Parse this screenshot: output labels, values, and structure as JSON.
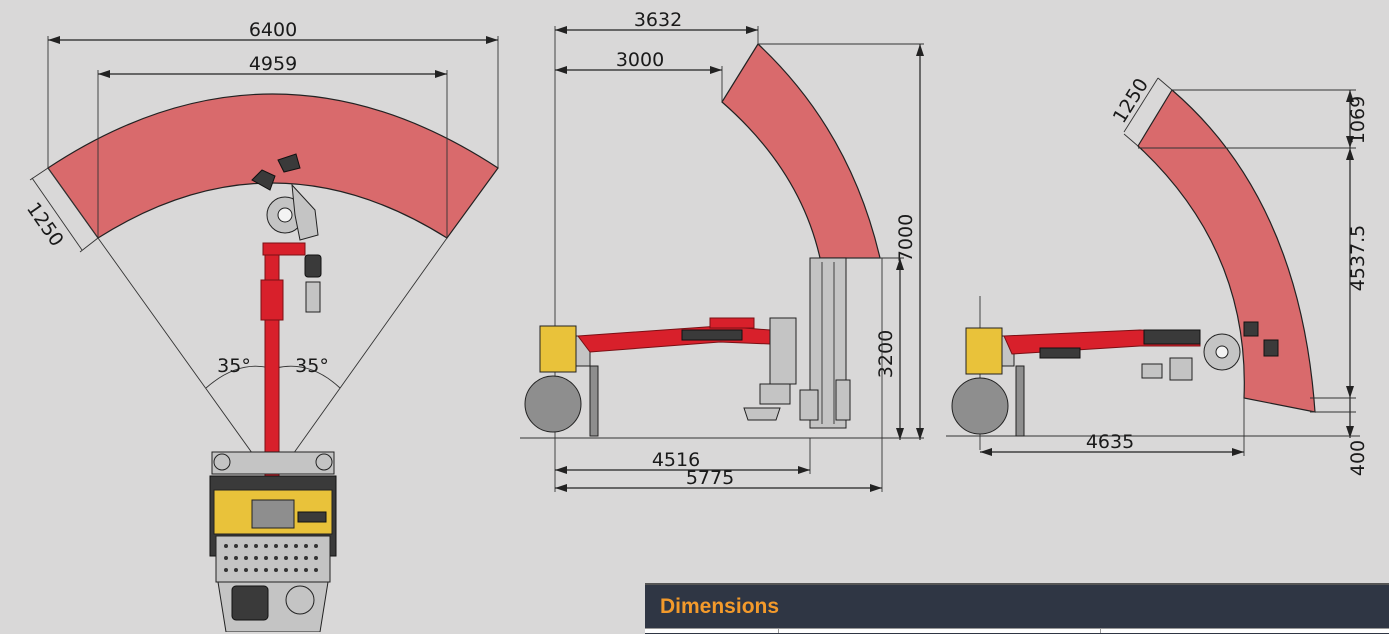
{
  "dimensions": {
    "top_view": {
      "width_outer": "6400",
      "width_inner": "4959",
      "depth": "1250",
      "angle_left": "35°",
      "angle_right": "35°"
    },
    "side_view": {
      "reach_upper": "3632",
      "reach_lower": "3000",
      "height_total": "7000",
      "height_pivot": "3200",
      "length_short": "4516",
      "length_long": "5775"
    },
    "side_view_2": {
      "depth": "1250",
      "height_upper": "1069",
      "height_middle": "4537.5",
      "height_lower": "400",
      "reach": "4635"
    }
  },
  "table": {
    "title": "Dimensions"
  },
  "colors": {
    "zone": "#d96a6c",
    "boom": "#d8202b",
    "machine_body": "#e9c23a",
    "table_header_bg": "#2f3644",
    "table_title": "#f39a2b"
  }
}
